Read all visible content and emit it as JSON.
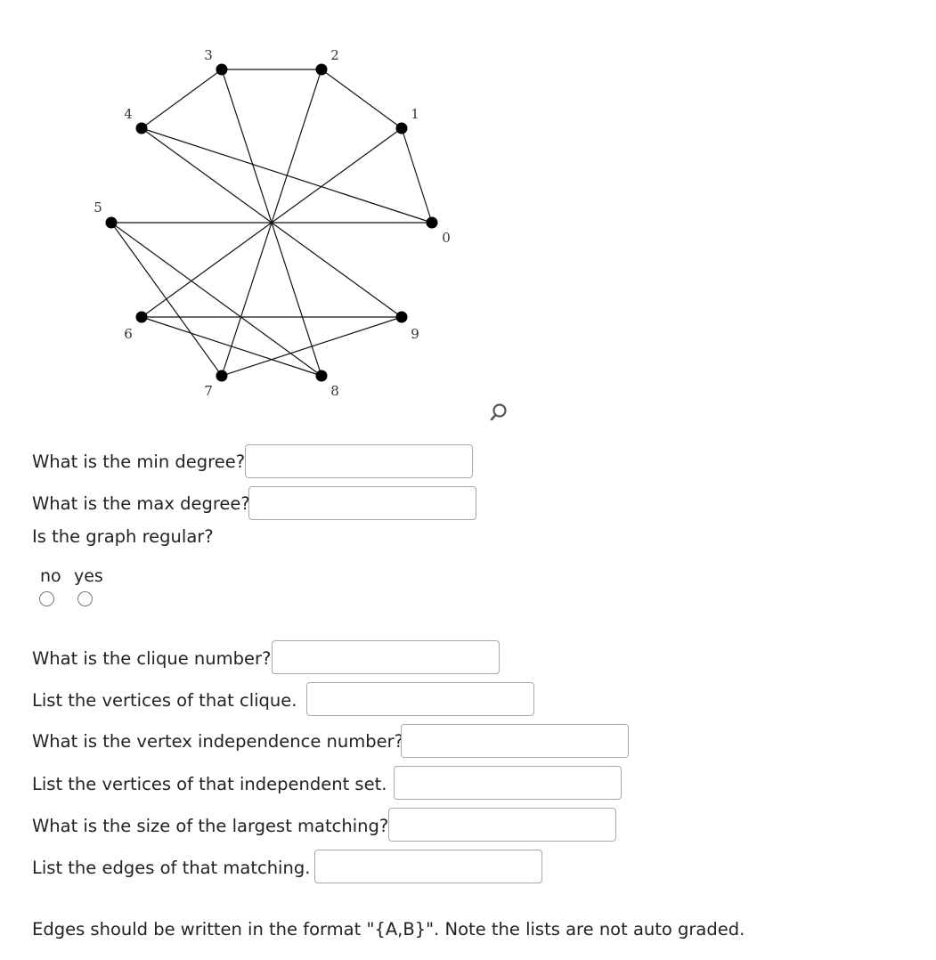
{
  "graph": {
    "vertices": [
      {
        "id": "0",
        "label": "0"
      },
      {
        "id": "1",
        "label": "1"
      },
      {
        "id": "2",
        "label": "2"
      },
      {
        "id": "3",
        "label": "3"
      },
      {
        "id": "4",
        "label": "4"
      },
      {
        "id": "5",
        "label": "5"
      },
      {
        "id": "6",
        "label": "6"
      },
      {
        "id": "7",
        "label": "7"
      },
      {
        "id": "8",
        "label": "8"
      },
      {
        "id": "9",
        "label": "9"
      }
    ],
    "edges": [
      [
        "2",
        "3"
      ],
      [
        "2",
        "1"
      ],
      [
        "1",
        "0"
      ],
      [
        "3",
        "4"
      ],
      [
        "4",
        "0"
      ],
      [
        "4",
        "9"
      ],
      [
        "3",
        "8"
      ],
      [
        "2",
        "7"
      ],
      [
        "1",
        "6"
      ],
      [
        "5",
        "0"
      ],
      [
        "5",
        "7"
      ],
      [
        "5",
        "8"
      ],
      [
        "6",
        "9"
      ],
      [
        "6",
        "8"
      ],
      [
        "7",
        "9"
      ]
    ],
    "zoom_icon": "magnifier-icon"
  },
  "questions": {
    "min_degree": "What is the min degree?",
    "max_degree": "What is the max degree?",
    "regular": "Is the graph regular?",
    "clique_number": "What is the clique number?",
    "clique_vertices": "List the vertices of that clique.",
    "independence_number": "What is the vertex independence number?",
    "independent_set": "List the vertices of that independent set.",
    "matching_size": "What is the size of the largest matching?",
    "matching_edges": "List the edges of that matching."
  },
  "answers": {
    "min_degree": "",
    "max_degree": "",
    "clique_number": "",
    "clique_vertices": "",
    "independence_number": "",
    "independent_set": "",
    "matching_size": "",
    "matching_edges": ""
  },
  "regular_options": {
    "no": "no",
    "yes": "yes",
    "selected": ""
  },
  "note": "Edges should be written in the format \"{A,B}\". Note the lists are not auto graded."
}
